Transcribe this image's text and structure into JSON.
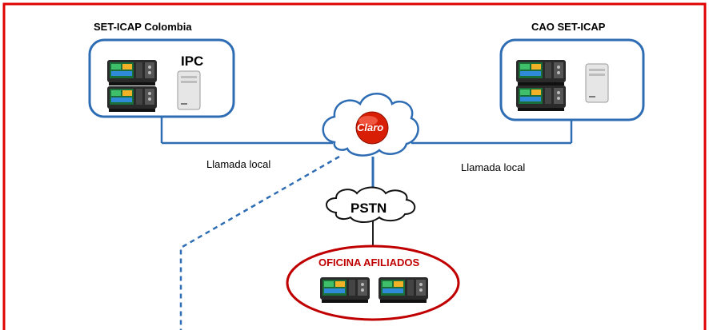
{
  "sites": {
    "left": {
      "title": "SET-ICAP Colombia",
      "server_label": "IPC"
    },
    "right": {
      "title": "CAO SET-ICAP"
    },
    "office": {
      "title": "OFICINA AFILIADOS"
    }
  },
  "network": {
    "carrier_logo": "Claro",
    "pstn_label": "PSTN",
    "left_link_label": "Llamada local",
    "right_link_label": "Llamada local"
  },
  "icons": [
    "trading-turret-icon",
    "server-tower-icon",
    "cloud-icon"
  ],
  "colors": {
    "border_red": "#e00000",
    "site_box_blue": "#2e6db4",
    "link_blue": "#2e6db4",
    "office_red": "#c00000",
    "claro_red": "#d81e05"
  }
}
